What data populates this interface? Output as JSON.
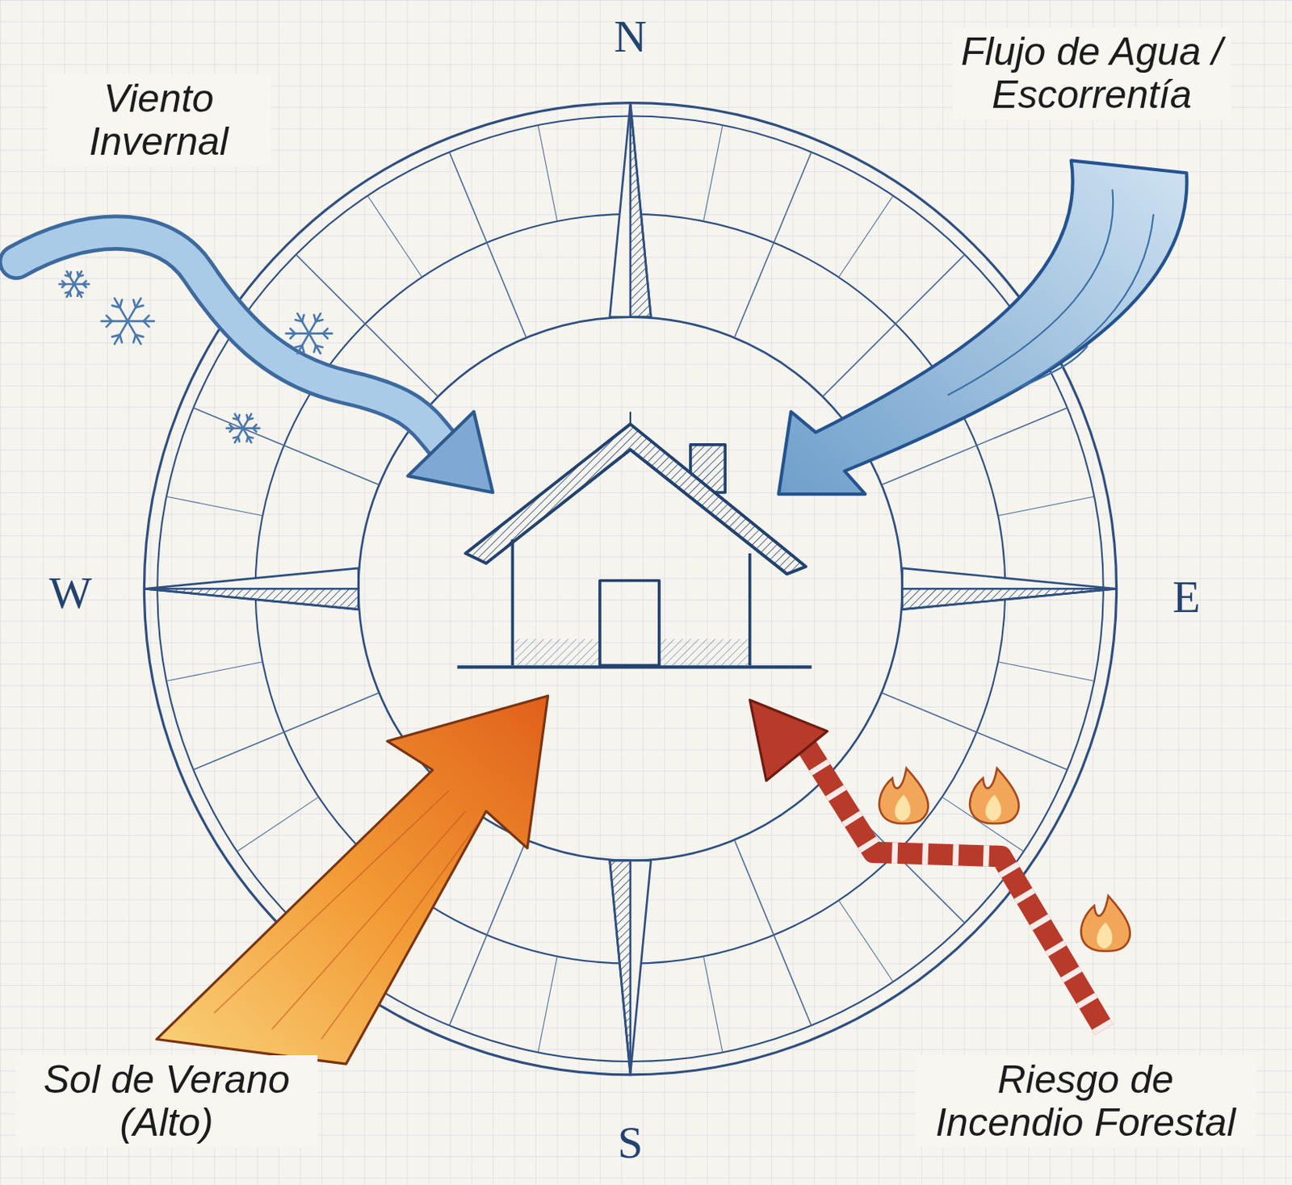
{
  "diagram": {
    "labels": [
      "N",
      "Flujo de Agua / Escorrentía",
      "Viento Invernal",
      "W",
      "E",
      "Sol de Verano (Alto)",
      "S",
      "Riesgo de Incendio Forestal"
    ]
  }
}
